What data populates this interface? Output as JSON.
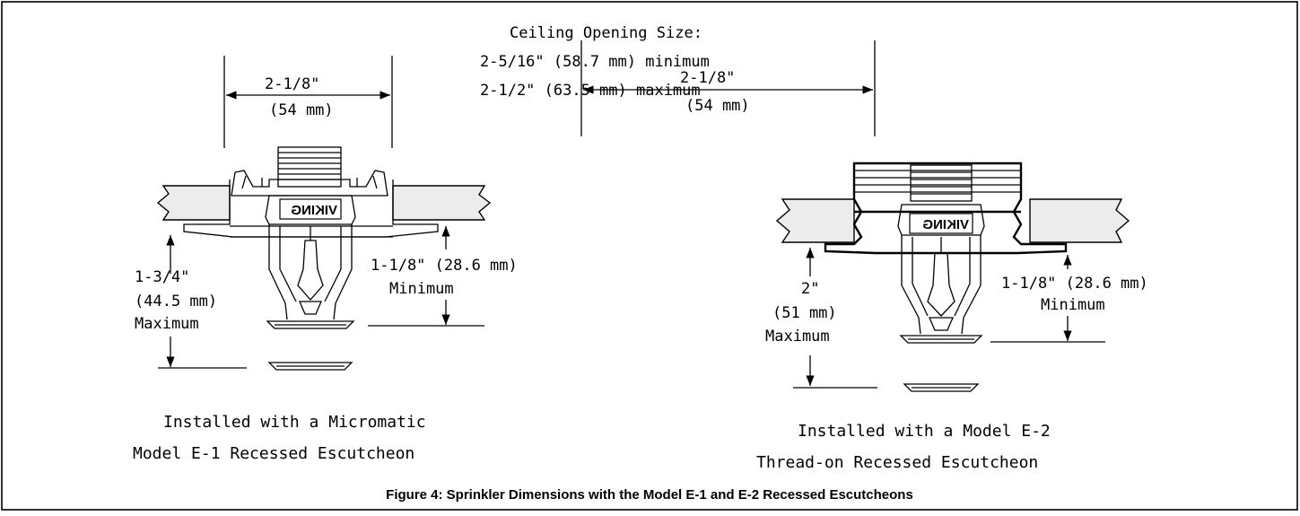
{
  "ceiling_opening": {
    "title": "Ceiling Opening Size:",
    "min": "2-5/16\" (58.7 mm) minimum",
    "max": "2-1/2\" (63.5 mm) maximum"
  },
  "left": {
    "width_in": "2-1/8\"",
    "width_mm": "(54 mm)",
    "max_in": "1-3/4\"",
    "max_mm": "(44.5 mm)",
    "max_word": "Maximum",
    "min_dim": "1-1/8\" (28.6 mm)",
    "min_word": "Minimum",
    "caption_line1": "Installed with a Micromatic",
    "caption_line2": "Model E-1 Recessed Escutcheon",
    "brand": "VIKING"
  },
  "right": {
    "width_in": "2-1/8\"",
    "width_mm": "(54 mm)",
    "max_in": "2\"",
    "max_mm": "(51 mm)",
    "max_word": "Maximum",
    "min_dim": "1-1/8\" (28.6 mm)",
    "min_word": "Minimum",
    "caption_line1": "Installed with a Model E-2",
    "caption_line2": "Thread-on Recessed Escutcheon",
    "brand": "VIKING"
  },
  "figure_caption": "Figure 4:  Sprinkler Dimensions with the Model E-1 and E-2 Recessed Escutcheons",
  "colors": {
    "ink": "#000000",
    "tile_fill": "#ececec",
    "background": "#ffffff"
  }
}
